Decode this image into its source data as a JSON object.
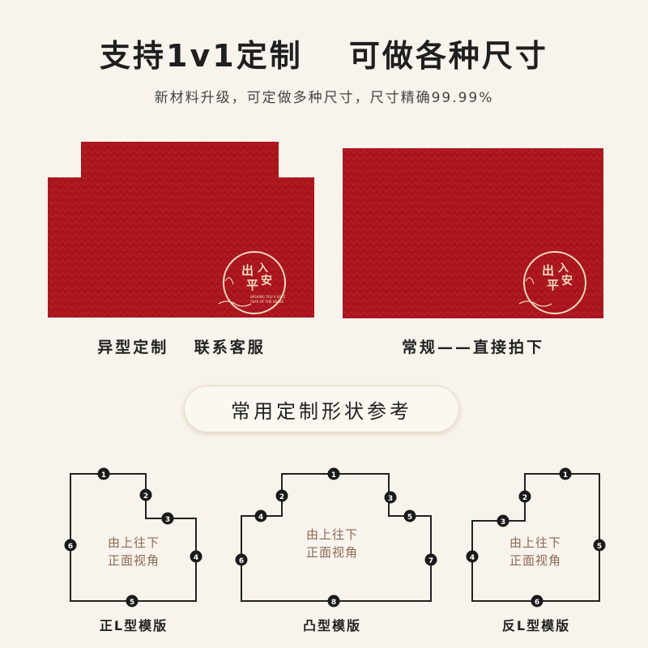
{
  "header": {
    "headline": "支持1v1定制　 可做各种尺寸",
    "subline": "新材料升级，可定做多种尺寸，尺寸精确99.99%"
  },
  "mats": {
    "custom_caption": "异型定制　 联系客服",
    "regular_caption": "常规——直接拍下",
    "logo_chars": [
      "出",
      "入",
      "平",
      "安"
    ],
    "logo_small_text": [
      "WISHING YOU A SAFE",
      "YEAR OF THE SNAKE"
    ]
  },
  "section": {
    "title": "常用定制形状参考"
  },
  "templates": [
    {
      "caption": "正L型模版",
      "view_line1": "由上往下",
      "view_line2": "正面视角"
    },
    {
      "caption": "凸型模版",
      "view_line1": "由上往下",
      "view_line2": "正面视角"
    },
    {
      "caption": "反L型模版",
      "view_line1": "由上往下",
      "view_line2": "正面视角"
    }
  ],
  "template_markers": [
    [
      "1",
      "2",
      "3",
      "4",
      "5",
      "6"
    ],
    [
      "1",
      "2",
      "3",
      "4",
      "5",
      "6",
      "7",
      "8"
    ],
    [
      "1",
      "2",
      "3",
      "4",
      "5",
      "6"
    ]
  ],
  "colors": {
    "mat_red": "#a8141c",
    "mat_pattern": "#b82028",
    "logo_gold": "#f1dcc0",
    "template_line": "#222222",
    "marker_fill": "#1a1a1a"
  }
}
